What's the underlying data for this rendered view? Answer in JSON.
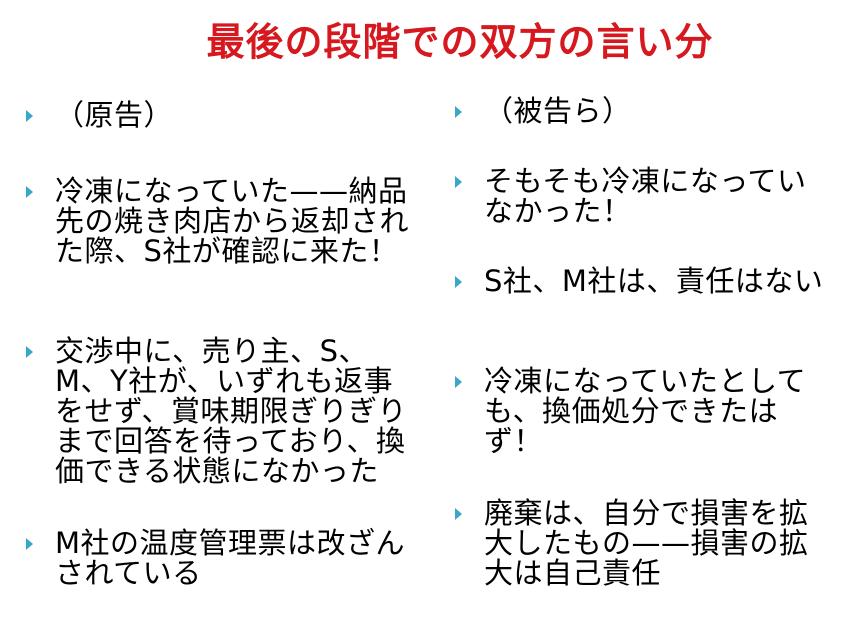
{
  "colors": {
    "title": "#d6181f",
    "bullet": "#3aa7c7",
    "text": "#000000"
  },
  "title": "最後の段階での双方の言い分",
  "left": {
    "items": [
      "（原告）",
      "冷凍になっていた——納品先の焼き肉店から返却された際、S社が確認に来た！",
      "交渉中に、売り主、S、M、Y社が、いずれも返事をせず、賞味期限ぎりぎりまで回答を待っており、換価できる状態になかった",
      "M社の温度管理票は改ざんされている"
    ]
  },
  "right": {
    "items": [
      "（被告ら）",
      "そもそも冷凍になっていなかった！",
      "S社、M社は、責任はない",
      "冷凍になっていたとしても、換価処分できたはず！",
      "廃棄は、自分で損害を拡大したもの——損害の拡大は自己責任"
    ]
  }
}
